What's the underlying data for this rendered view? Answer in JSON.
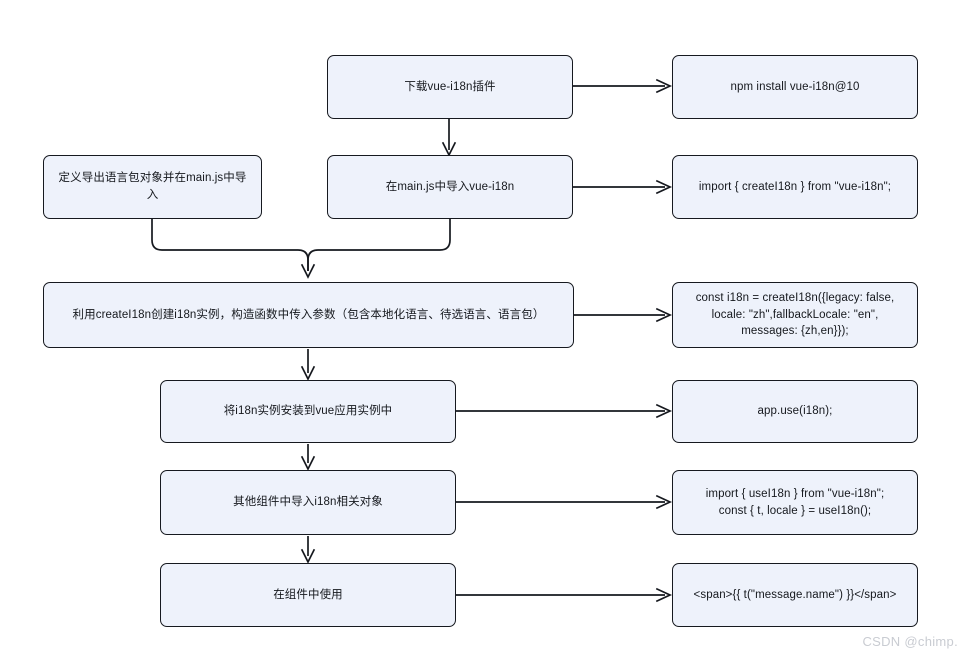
{
  "diagram": {
    "title": "vue-i18n setup flowchart",
    "background_color": "#ffffff",
    "node_fill": "#eef2fb",
    "node_border": "#16191f",
    "edge_color": "#16191f"
  },
  "nodes": {
    "download_plugin": "下载vue-i18n插件",
    "npm_install": "npm install vue-i18n@10",
    "define_locale_pack": "定义导出语言包对象并在main.js中导入",
    "import_in_main": "在main.js中导入vue-i18n",
    "import_create_i18n": "import { createI18n } from \"vue-i18n\";",
    "create_instance": "利用createI18n创建i18n实例，构造函数中传入参数（包含本地化语言、待选语言、语言包）",
    "create_i18n_code": "const i18n = createI18n({legacy: false,\nlocale: \"zh\",fallbackLocale: \"en\",\nmessages: {zh,en}});",
    "install_to_app": "将i18n实例安装到vue应用实例中",
    "app_use_code": "app.use(i18n);",
    "import_in_components": "其他组件中导入i18n相关对象",
    "use_i18n_code": "import { useI18n } from \"vue-i18n\";\nconst { t, locale } = useI18n();",
    "use_in_component": "在组件中使用",
    "template_code": "<span>{{ t(\"message.name\") }}</span>"
  },
  "watermark": {
    "text": "CSDN @chimp."
  }
}
